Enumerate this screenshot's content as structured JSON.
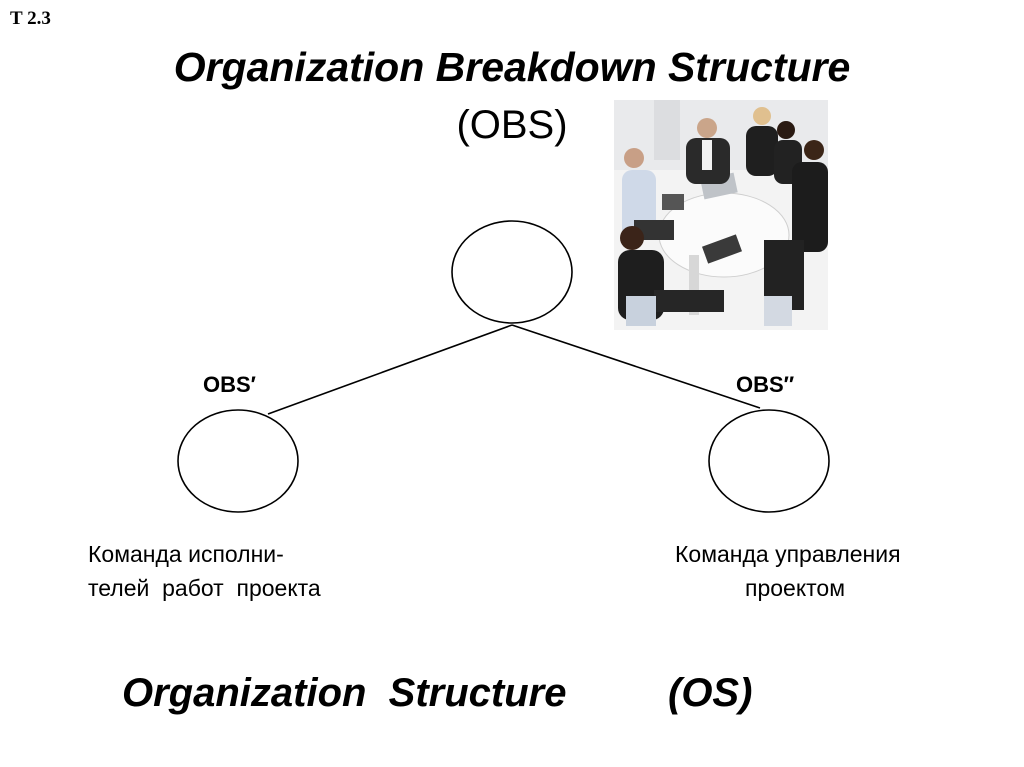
{
  "slide_number": "T 2.3",
  "title": {
    "main": "Organization Breakdown Structure",
    "abbr": "(OBS)"
  },
  "nodes": {
    "left_label": "OBS′",
    "right_label": "OBS″"
  },
  "captions": {
    "left_line1": "Команда исполни-",
    "left_line2": "телей  работ  проекта",
    "right_line1": "Команда управления",
    "right_line2": "проектом"
  },
  "bottom": {
    "term": "Organization  Structure",
    "abbr": "(OS)"
  },
  "photo_icon": "meeting-photo"
}
